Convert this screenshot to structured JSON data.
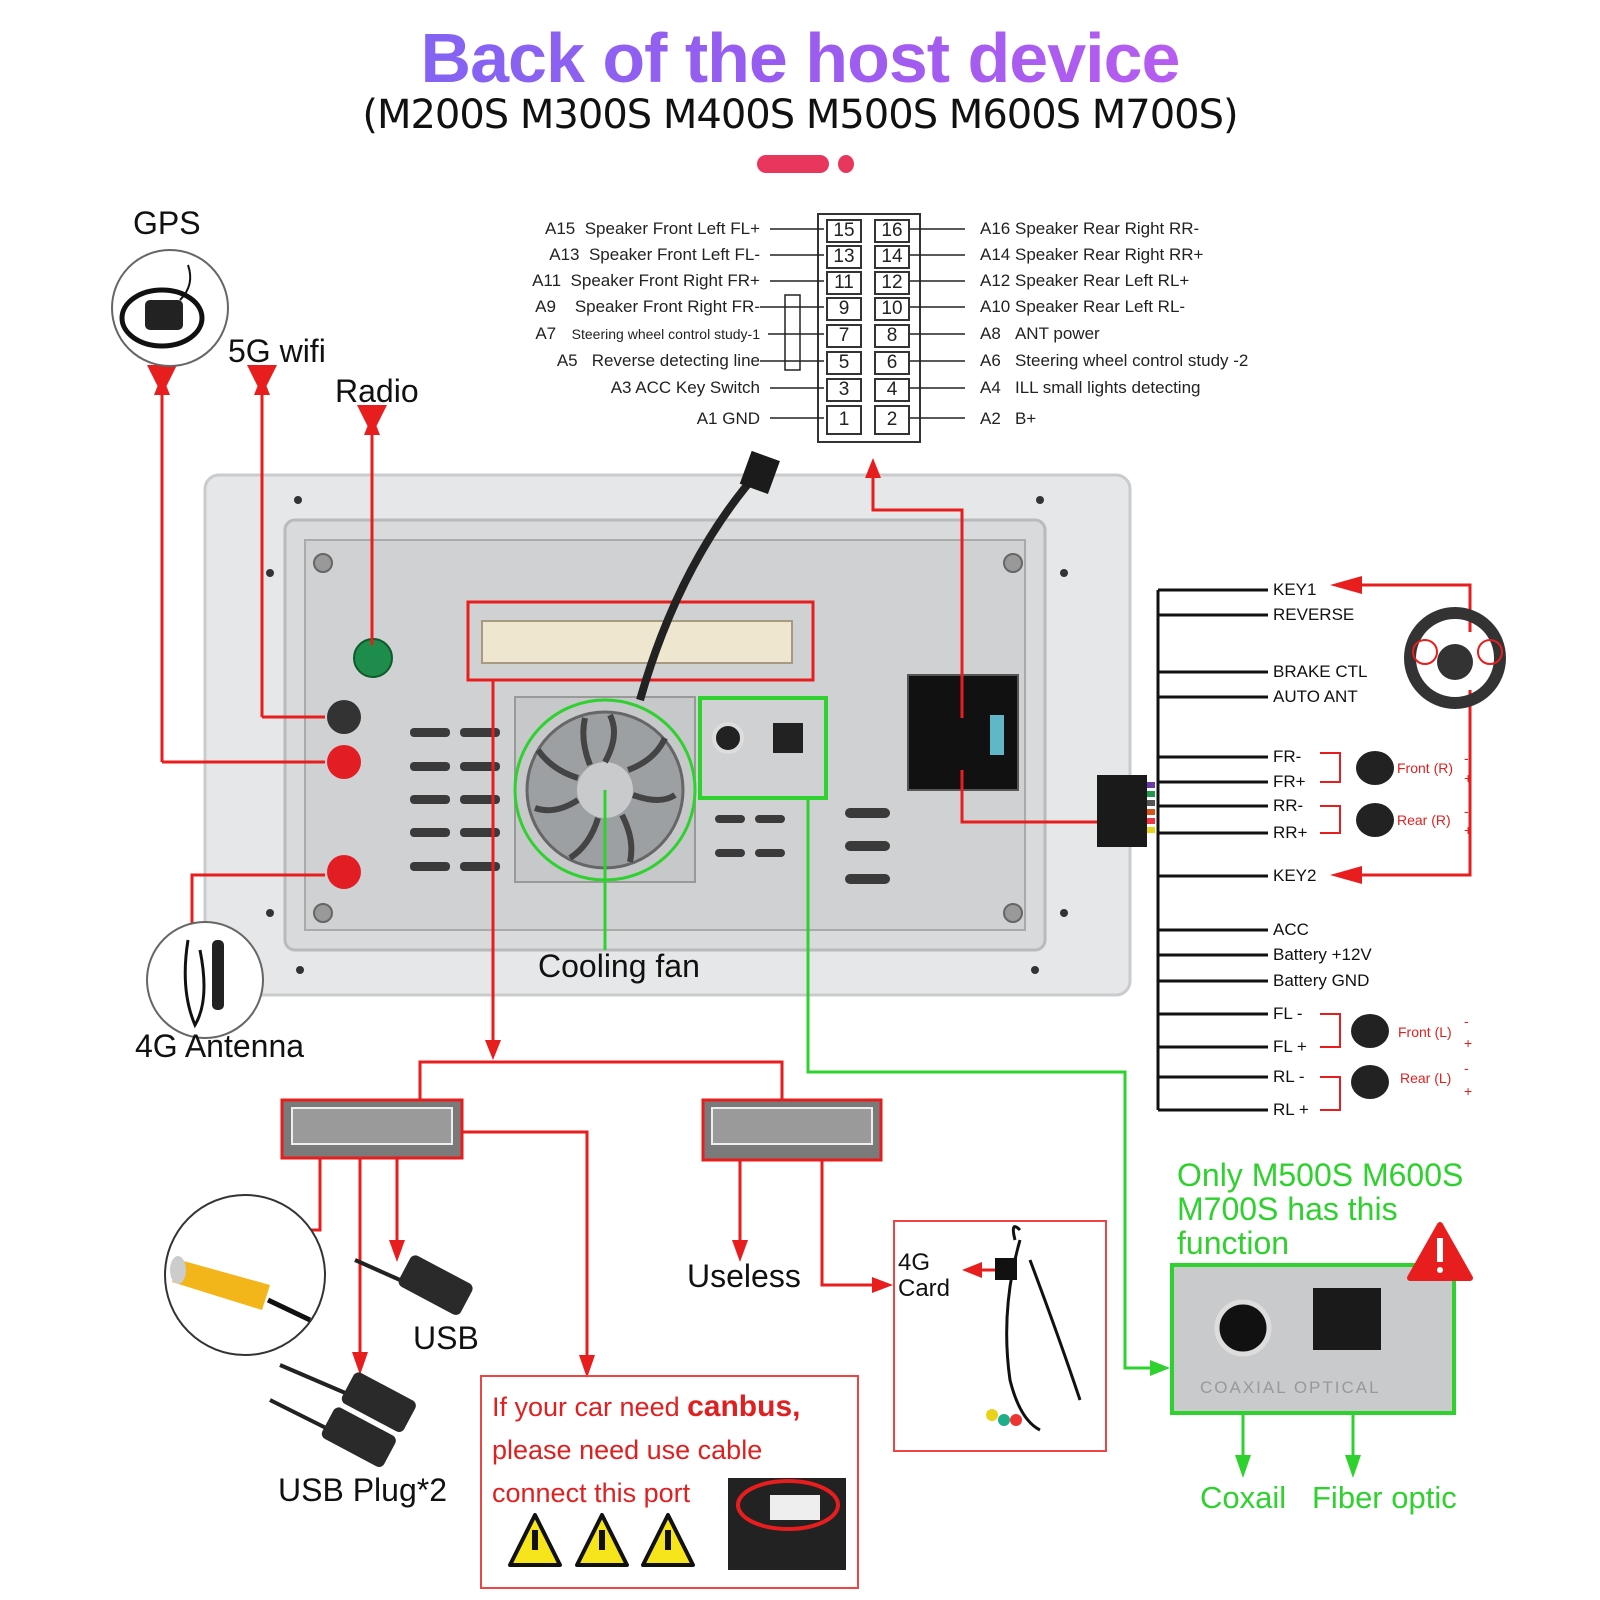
{
  "header": {
    "title": "Back of the host device",
    "subtitle": "(M200S M300S M400S M500S M600S M700S)"
  },
  "colors": {
    "accent_red": "#e02020",
    "accent_green": "#2fd12f",
    "title_gradient_start": "#6b6cf5",
    "title_gradient_end": "#d65cf0",
    "deco": "#e8365d"
  },
  "antennas": {
    "gps": "GPS",
    "wifi": "5G wifi",
    "radio": "Radio",
    "antenna_4g": "4G Antenna"
  },
  "pinout": {
    "left": [
      {
        "id": "A15",
        "desc": "Speaker Front Left FL+",
        "pin": "15"
      },
      {
        "id": "A13",
        "desc": "Speaker Front Left FL-",
        "pin": "13"
      },
      {
        "id": "A11",
        "desc": "Speaker Front Right FR+",
        "pin": "11"
      },
      {
        "id": "A9",
        "desc": "Speaker Front Right FR-",
        "pin": "9"
      },
      {
        "id": "A7",
        "desc": "Steering wheel control study-1",
        "pin": "7"
      },
      {
        "id": "A5",
        "desc": "Reverse detecting line",
        "pin": "5"
      },
      {
        "id": "A3",
        "desc": "ACC Key Switch",
        "pin": "3"
      },
      {
        "id": "A1",
        "desc": "GND",
        "pin": "1"
      }
    ],
    "right": [
      {
        "id": "A16",
        "desc": "Speaker Rear Right RR-",
        "pin": "16"
      },
      {
        "id": "A14",
        "desc": "Speaker Rear Right RR+",
        "pin": "14"
      },
      {
        "id": "A12",
        "desc": "Speaker Rear Left RL+",
        "pin": "12"
      },
      {
        "id": "A10",
        "desc": "Speaker Rear Left RL-",
        "pin": "10"
      },
      {
        "id": "A8",
        "desc": "ANT power",
        "pin": "8"
      },
      {
        "id": "A6",
        "desc": "Steering wheel control study -2",
        "pin": "6"
      },
      {
        "id": "A4",
        "desc": "ILL small lights detecting",
        "pin": "4"
      },
      {
        "id": "A2",
        "desc": "B+",
        "pin": "2"
      }
    ]
  },
  "harness": {
    "wires": [
      "KEY1",
      "REVERSE",
      "BRAKE CTL",
      "AUTO ANT",
      "FR-",
      "FR+",
      "RR-",
      "RR+",
      "KEY2",
      "ACC",
      "Battery +12V",
      "Battery GND",
      "FL -",
      "FL +",
      "RL -",
      "RL +"
    ],
    "speakers": [
      "Front (R)",
      "Rear (R)",
      "Front (L)",
      "Rear (L)"
    ],
    "polarity": {
      "minus": "-",
      "plus": "+"
    }
  },
  "device": {
    "cooling_fan": "Cooling fan",
    "port_labels": [
      "COAXIAL",
      "OPTICAL"
    ]
  },
  "bottom": {
    "usb": "USB",
    "usb_plug": "USB Plug*2",
    "useless": "Useless",
    "card_4g": [
      "4G",
      "Card"
    ],
    "canbus": {
      "line1_pre": "If your car need ",
      "line1_bold": "canbus,",
      "line2": "please need use cable",
      "line3": "connect this port"
    },
    "only_models": [
      "Only M500S M600S",
      "M700S has this",
      "function"
    ],
    "coaxial": "Coxail",
    "fiber": "Fiber optic"
  }
}
